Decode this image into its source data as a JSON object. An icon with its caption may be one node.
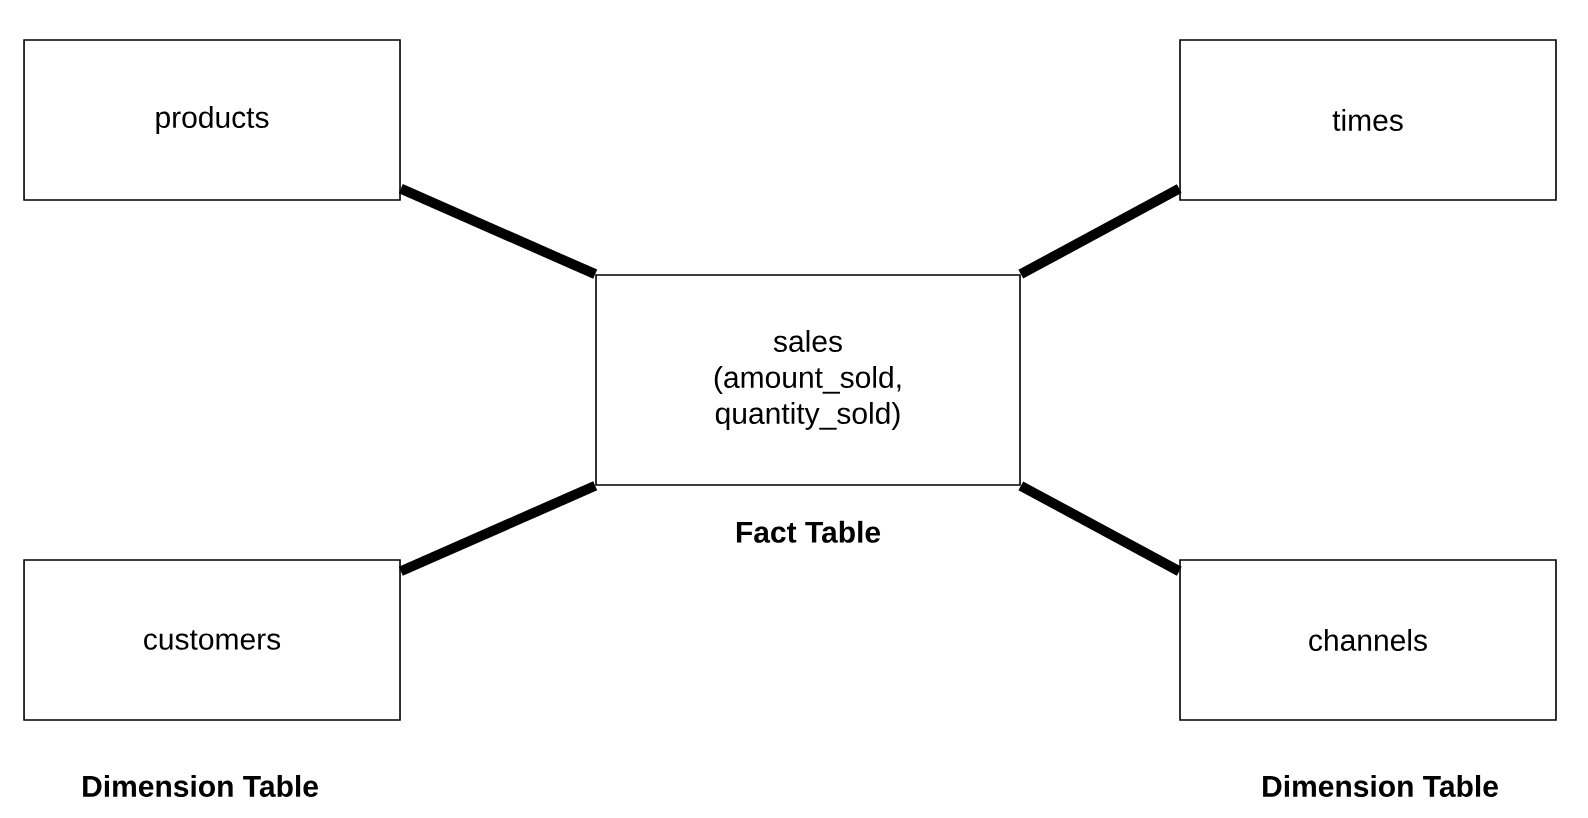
{
  "diagram": {
    "nodes": [
      {
        "text": [
          "products"
        ]
      },
      {
        "text": [
          "times"
        ]
      },
      {
        "text": [
          "sales (amount_sold, quantity_sold)"
        ],
        "beside": [
          "Fact Table"
        ]
      },
      {
        "text": [
          "customers"
        ]
      },
      {
        "text": [
          "channels"
        ]
      }
    ],
    "edges": [
      {
        "from": 0,
        "to": 2,
        "arrow": "none"
      },
      {
        "from": 1,
        "to": 2,
        "arrow": "none"
      },
      {
        "from": 3,
        "to": 2,
        "arrow": "none"
      },
      {
        "from": 4,
        "to": 2,
        "arrow": "none"
      }
    ],
    "labels": [
      "Dimension Table",
      "Dimension Table"
    ]
  }
}
